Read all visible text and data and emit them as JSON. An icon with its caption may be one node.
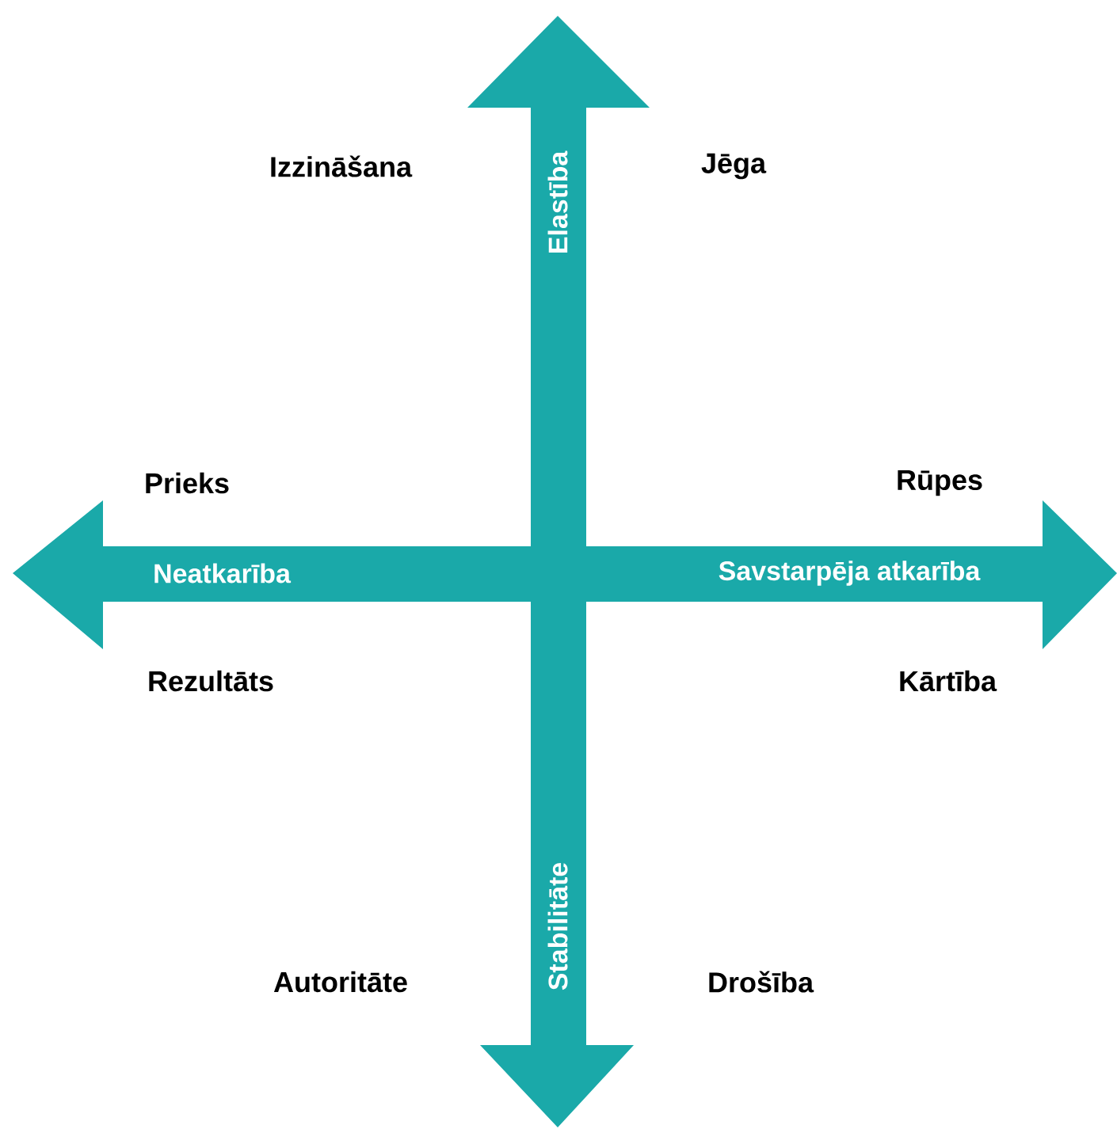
{
  "diagram": {
    "labels": [
      "Izzināšana",
      "Elastība",
      "Jēga",
      "Prieks",
      "Rūpes",
      "Neatkarība",
      "Savstarpēja atkarība",
      "Rezultāts",
      "Kārtība",
      "Stabilitāte",
      "Autoritāte",
      "Drošība"
    ]
  }
}
